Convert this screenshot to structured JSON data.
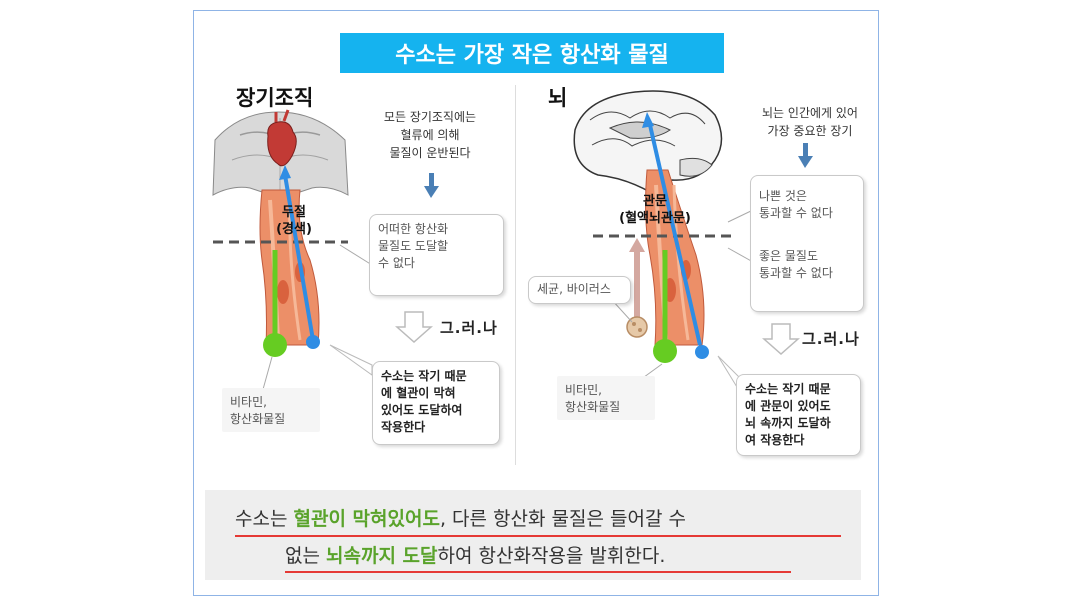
{
  "title": "수소는 가장 작은 항산화 물질",
  "left": {
    "heading": "장기조직",
    "note": [
      "모든 장기조직에는",
      "혈류에 의해",
      "물질이 운반된다"
    ],
    "neck_label": [
      "두절",
      "(경색)"
    ],
    "box_fail": [
      "어떠한 항산화",
      "물질도 도달할",
      "수 없다"
    ],
    "but": "그.러.나",
    "box_h2": [
      "수소는 작기 때문",
      "에 혈관이 막혀",
      "있어도 도달하여",
      "작용한다"
    ],
    "vitamin": [
      "비타민,",
      "항산화물질"
    ]
  },
  "right": {
    "heading": "뇌",
    "note": [
      "뇌는 인간에게 있어",
      "가장 중요한 장기"
    ],
    "barrier_label": [
      "관문",
      "(혈액뇌관문)"
    ],
    "box_bad": [
      "나쁜 것은",
      "통과할 수 없다"
    ],
    "box_good": [
      "좋은 물질도",
      "통과할 수 없다"
    ],
    "bacteria": "세균, 바이러스",
    "but": "그.러.나",
    "box_h2": [
      "수소는 작기 때문",
      "에 관문이 있어도",
      "뇌 속까지 도달하",
      "여 작용한다"
    ],
    "vitamin": [
      "비타민,",
      "항산화물질"
    ]
  },
  "summary": {
    "line1": [
      {
        "text": "수소는 ",
        "green": false
      },
      {
        "text": "혈관이 막혀있어도",
        "green": true
      },
      {
        "text": ", 다른 항산화 물질은 들어갈 수",
        "green": false
      }
    ],
    "line2": [
      {
        "text": "없는 ",
        "green": false
      },
      {
        "text": "뇌속까지 도달",
        "green": true
      },
      {
        "text": "하여 항산화작용을 발휘한다.",
        "green": false
      }
    ]
  },
  "colors": {
    "title_bg": "#15b3ef",
    "hydrogen_blue": "#2f8de4",
    "vitamin_green": "#66cc22",
    "vessel_orange": "#e8805a",
    "highlight_green": "#5aa32b",
    "underline_red": "#e53935"
  }
}
